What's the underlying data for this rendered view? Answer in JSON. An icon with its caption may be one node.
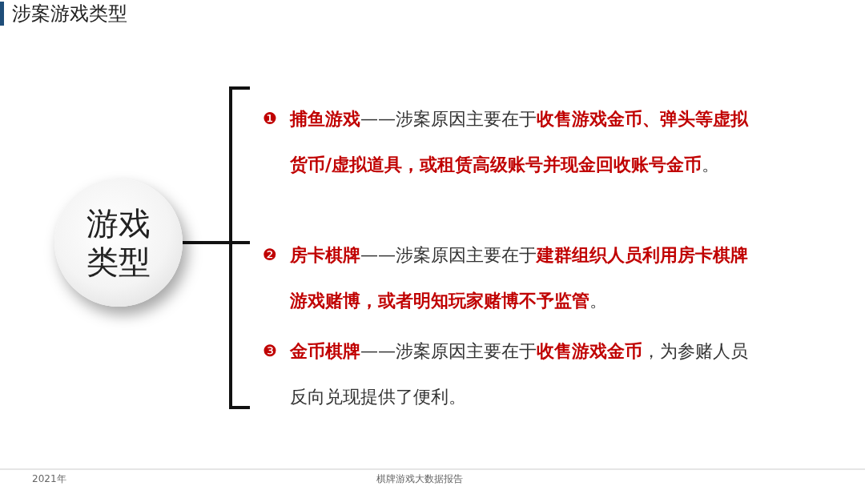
{
  "diagram": {
    "title": "涉案游戏类型",
    "nodes": [
      {
        "text": [
          "游戏类型"
        ]
      },
      {
        "text": [
          "❶",
          "**捕鱼游戏**——涉案原因主要在于**收售游戏金币、弹头等虚拟货币/虚拟道具，或租赁高级账号并现金回收账号金币**。"
        ]
      },
      {
        "text": [
          "❷",
          "**房卡棋牌**——涉案原因主要在于**建群组织人员利用房卡棋牌游戏赌博，或者明知玩家赌博不予监管**。"
        ]
      },
      {
        "text": [
          "❸",
          "**金币棋牌**——涉案原因主要在于**收售游戏金币**，为参赌人员反向兑现提供了便利。"
        ]
      }
    ],
    "edges": [
      {
        "from": 0,
        "to": 1,
        "arrow": "none"
      },
      {
        "from": 0,
        "to": 2,
        "arrow": "none"
      },
      {
        "from": 0,
        "to": 3,
        "arrow": "none"
      }
    ],
    "labels": [
      "2021年",
      "棋牌游戏大数据报告"
    ]
  }
}
